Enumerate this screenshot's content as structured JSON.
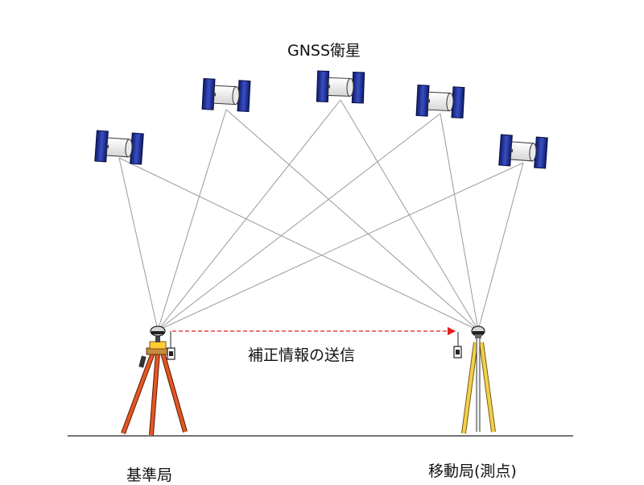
{
  "title": "GNSS衛星",
  "link_label": "補正情報の送信",
  "stations": {
    "base": "基準局",
    "rover": "移動局(測点)"
  },
  "satellites": [
    {
      "id": "sat-1"
    },
    {
      "id": "sat-2"
    },
    {
      "id": "sat-3"
    },
    {
      "id": "sat-4"
    },
    {
      "id": "sat-5"
    }
  ],
  "colors": {
    "panel_blue": "#23339a",
    "signal_line": "#9a9a9a",
    "correction_link": "#e02020",
    "base_tripod_legs": "#d94a1c",
    "rover_tripod_legs": "#e8c23a"
  }
}
